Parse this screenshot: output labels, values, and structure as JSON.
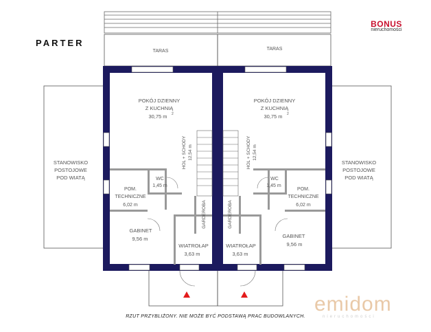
{
  "header": {
    "title": "PARTER"
  },
  "brand": {
    "name": "BONUS",
    "tagline": "nieruchomości"
  },
  "watermark": {
    "name": "emidom",
    "tagline": "nieruchomości"
  },
  "note": "RZUT PRZYBLIŻONY. NIE MOŻE BYĆ PODSTAWĄ PRAC BUDOWLANYCH.",
  "colors": {
    "wall": "#1c1a5e",
    "line": "#555555",
    "arrow": "#e31b1b",
    "brand": "#c8102e"
  },
  "rooms": {
    "taras": "TARAS",
    "living_l1": "POKÓJ DZIENNY",
    "living_l2": "Z KUCHNIĄ",
    "living_area": "30,75 m",
    "hall_l1": "HOL + SCHODY",
    "hall_area": "12,54 m",
    "wc": "WC",
    "wc_area": "1,45 m",
    "tech_l1": "POM.",
    "tech_l2": "TECHNICZNE",
    "tech_area": "6,02 m",
    "office": "GABINET",
    "office_area": "9,56 m",
    "wardrobe": "GARDEROBA",
    "vestibule": "WIATROŁAP",
    "vestibule_area": "3,63 m",
    "carport_l1": "STANOWISKO",
    "carport_l2": "POSTOJOWE",
    "carport_l3": "POD WIATĄ",
    "sq": "2"
  }
}
